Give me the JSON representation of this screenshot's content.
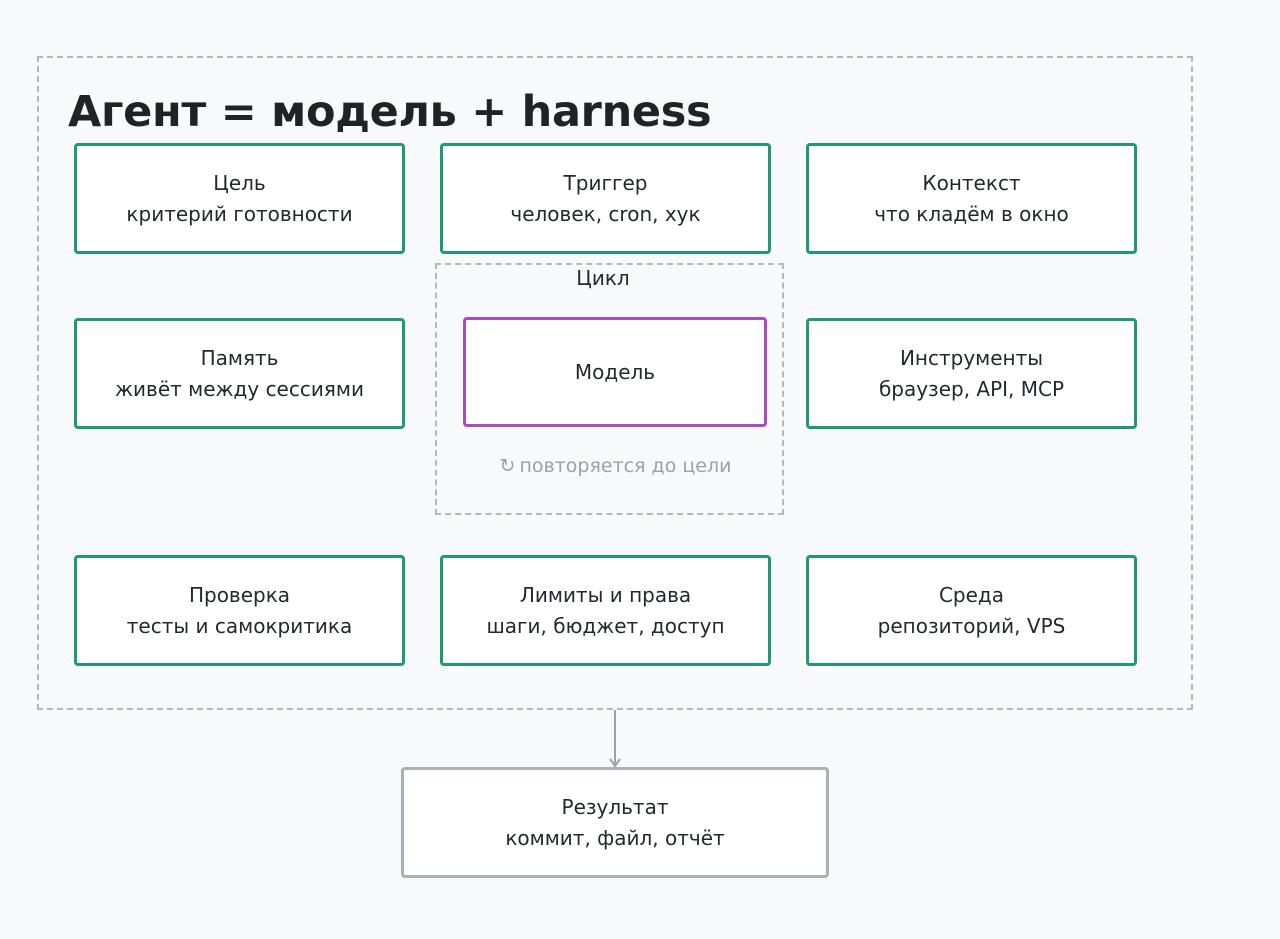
{
  "title": "Агент = модель + harness",
  "boxes": {
    "goal": {
      "title": "Цель",
      "subtitle": "критерий готовности"
    },
    "trigger": {
      "title": "Триггер",
      "subtitle": "человек, cron, хук"
    },
    "context": {
      "title": "Контекст",
      "subtitle": "что кладём в окно"
    },
    "memory": {
      "title": "Память",
      "subtitle": "живёт между сессиями"
    },
    "tools": {
      "title": "Инструменты",
      "subtitle": "браузер, API, MCP"
    },
    "check": {
      "title": "Проверка",
      "subtitle": "тесты и самокритика"
    },
    "limits": {
      "title": "Лимиты и права",
      "subtitle": "шаги, бюджет, доступ"
    },
    "env": {
      "title": "Среда",
      "subtitle": "репозиторий, VPS"
    }
  },
  "loop": {
    "label": "Цикл",
    "model": "Модель",
    "note": "повторяется до цели",
    "note_icon": "refresh-icon"
  },
  "result": {
    "title": "Результат",
    "subtitle": "коммит, файл, отчёт"
  },
  "colors": {
    "green": "#1e9a6e",
    "purple": "#a84cc2",
    "gray": "#aab0b8",
    "dashed": "#b4b8be",
    "muted_text": "#9aa1aa"
  }
}
